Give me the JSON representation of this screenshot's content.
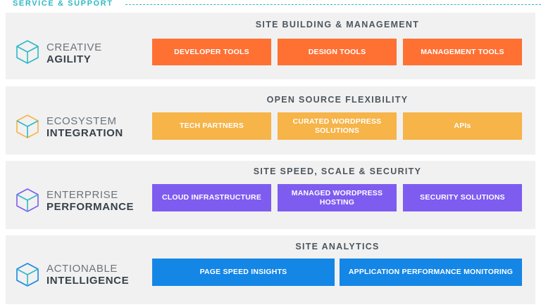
{
  "header": {
    "title": "SERVICE & SUPPORT"
  },
  "colors": {
    "accent": "#2fb8c6",
    "card_bg": "#f1f1f1",
    "orange": "#ff7033",
    "yellow": "#f6b449",
    "purple": "#7e5cf0",
    "blue": "#1486e6"
  },
  "rows": [
    {
      "label_line1": "CREATIVE",
      "label_line2": "AGILITY",
      "heading": "SITE BUILDING & MANAGEMENT",
      "icon": "cube-icon",
      "boxes": [
        {
          "label": "DEVELOPER TOOLS"
        },
        {
          "label": "DESIGN TOOLS"
        },
        {
          "label": "MANAGEMENT TOOLS"
        }
      ]
    },
    {
      "label_line1": "ECOSYSTEM",
      "label_line2": "INTEGRATION",
      "heading": "OPEN SOURCE FLEXIBILITY",
      "icon": "cube-icon",
      "boxes": [
        {
          "label": "TECH PARTNERS"
        },
        {
          "label": "CURATED WORDPRESS SOLUTIONS"
        },
        {
          "label": "APIs"
        }
      ]
    },
    {
      "label_line1": "ENTERPRISE",
      "label_line2": "PERFORMANCE",
      "heading": "SITE SPEED, SCALE & SECURITY",
      "icon": "cube-icon",
      "boxes": [
        {
          "label": "CLOUD INFRASTRUCTURE"
        },
        {
          "label": "MANAGED WORDPRESS HOSTING"
        },
        {
          "label": "SECURITY SOLUTIONS"
        }
      ]
    },
    {
      "label_line1": "ACTIONABLE",
      "label_line2": "INTELLIGENCE",
      "heading": "SITE ANALYTICS",
      "icon": "cube-icon",
      "boxes": [
        {
          "label": "PAGE SPEED INSIGHTS"
        },
        {
          "label": "APPLICATION PERFORMANCE MONITORING"
        }
      ]
    }
  ]
}
